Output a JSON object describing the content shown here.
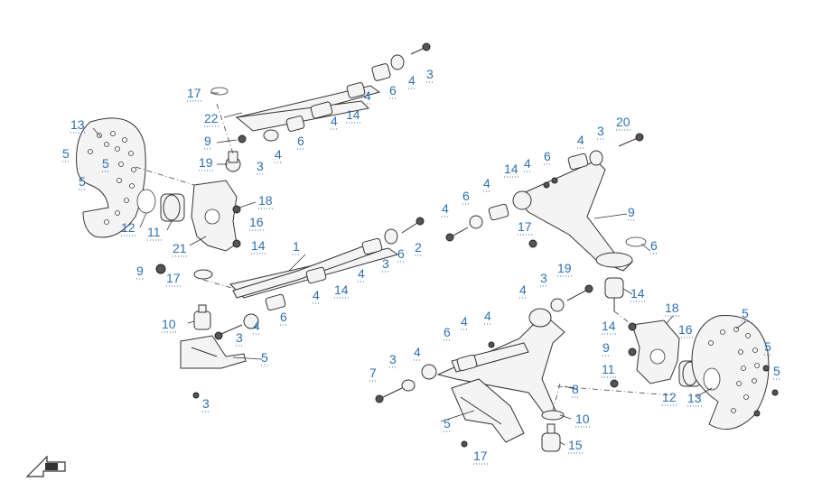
{
  "diagram": {
    "callouts": [
      "17",
      "22",
      "9",
      "19",
      "3",
      "4",
      "6",
      "4",
      "14",
      "4",
      "6",
      "4",
      "3",
      "13",
      "5",
      "5",
      "5",
      "12",
      "11",
      "21",
      "18",
      "16",
      "14",
      "9",
      "17",
      "1",
      "14",
      "4",
      "6",
      "4",
      "3",
      "10",
      "4",
      "3",
      "6",
      "2",
      "5",
      "3",
      "4",
      "6",
      "4",
      "14",
      "4",
      "6",
      "4",
      "3",
      "20",
      "9",
      "17",
      "6",
      "4",
      "3",
      "19",
      "14",
      "4",
      "4",
      "6",
      "4",
      "3",
      "7",
      "5",
      "17",
      "8",
      "10",
      "15",
      "18",
      "14",
      "16",
      "9",
      "11",
      "12",
      "13",
      "5",
      "5",
      "5"
    ]
  }
}
